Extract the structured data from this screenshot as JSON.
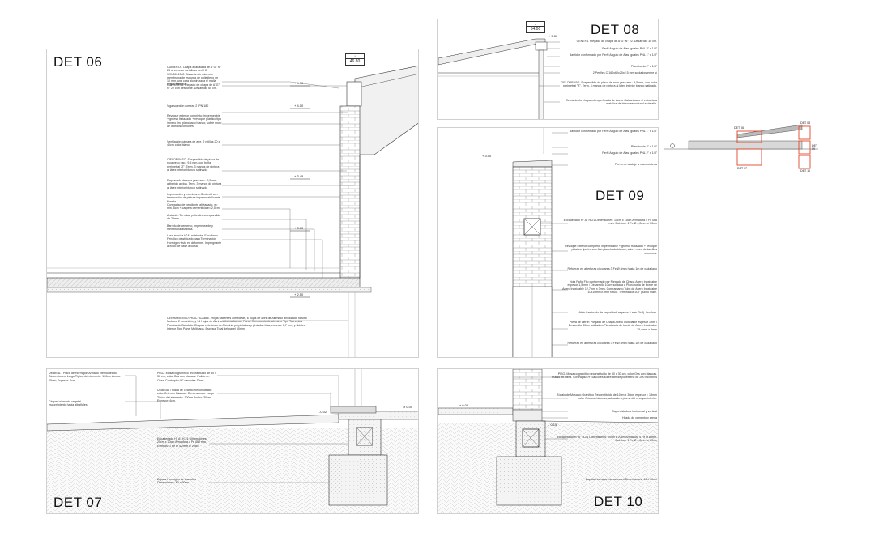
{
  "det06": {
    "title": "DET 06",
    "tag_letter": "I",
    "tag_value": "46.80",
    "levels": [
      "+ 4.30",
      "+ 4.10",
      "+ 3.45",
      "+ 3.00",
      "+ 2.50"
    ],
    "notes": [
      "CUBIERTA. Chapa acanalada de A°G° N° 24 s/ correas metálicas perfil C 120x50x15x2. Aislación térmica con membrana de espuma de polietileno de 10 mm, una cara aluminizada s/ malla según sistema.",
      "CONVERSA. Plegado de chapa de A°G° N° 22 con desborde. Desarrollo 60 cm.",
      "Viga sujeción correas 2 IPN 180",
      "Revoque exterior completo: impermeable + grueso fratazado + revoque plástico tipo ironero fino planchado blanco; sobre muro de ladrillos comunes.",
      "Ventilación cámara de aire. 2 rejillas 20 x 40cm color blanco",
      "CIELORRASO. Suspendido de placa de roca yeso esp.: 9,5 mm, con buña perimetral \"Z\". Term. 3 manos de pintura al látex interior blanco satinado.",
      "Emplacado de roca yeso esp.: 9,5 mm adherido a viga. Term. 3 manos de pintura al látex interior blanco satinado.",
      "Imprimación y membrana Geotextil con terminación de pintura impermeabilizante fibrada.",
      "Contrapiso de pendiente alivianado, e= min. 5cm + carpeta cementicia e= 2,5cm",
      "Aislación Térmica, poliestireno expandido de 25mm",
      "Barrido de cemento, impermeable y membrana asfáltica.",
      "Losa maciza H°A° existente. Encofrado Fenólico plastificado para Terminación Hormigón visto en deformes. Impregnante acrílico de base acuosa.",
      "CERRAMIENTO PRACTICABLE. Hojas batientes corredizas, 6 hojas de abrir de Aluminio anodizado natural Moldura 2 con vidrio, y 14 Hojas de Abrir conformadas con Panel Compuesto de aluminio Tipo Tecnoplas Puertas de Bandola. Chapas exteriores de Aluminio prepintadas y pintadas Lisa, espesor 0,7 mm, y Núcleo Interior Tipo Panel Multicapa. Espesor Total del panel 50mm."
    ]
  },
  "det07": {
    "title": "DET 07",
    "levels": [
      "-0.02",
      "± 0.00"
    ],
    "notes": [
      "UMBRAL / Placa de Hormigón Armado premoldeado. Dimensiones: Largo Típico del elemento: 100cm Ancho: 25cm; Espesor: 4cm.",
      "Césped s/ manto vegetal escurrimiento hacia albañales",
      "PISO. Mosaico granítico reconstituido de 30 x 30 cm, color Gris con blancas. Pulido en Obra. Contrapiso H° cascotes 10cm.",
      "UMBRAL / Placa de Granito Reconstituido color Gris con Blancas. Dimensiones: Largo Típico del elemento: 100cm Ancho: 30cm; Espesor: 4cm.",
      "Encadenado H° A° H-21 Dimensiones: 20cm x 20cm Armadura 4 Fe Ø 8 mm. Estribos: 1 Fe Ø 4,2mm c/ 20cm",
      "Zapata Hormigón de cascotes Dimensiones: 60 x 60cm"
    ]
  },
  "det08": {
    "title": "DET 08",
    "tag_letter": "J",
    "tag_value": "54.00",
    "levels": [
      "+ 5.50"
    ],
    "notes": [
      "CENEFA. Plegado de chapa de A°G° N° 22. Desarrollo 30 cm.",
      "Perfil Angulo de Alas Iguales PNL 2\" x 1/8\"",
      "Bastidor conformado por Perfil Angulo de Alas Iguales PNL 1\" x 1/8\"",
      "Planchuela 2\" x 1/4\"",
      "2 Perfiles C 160x60x20x2,5 mm soldados entre sí",
      "CIELORRASO. Suspendido de placa de roca yeso esp.: 9,5 mm, con buña perimetral \"Z\". Term. 3 manos de pintura al látex interior blanco satinado.",
      "Cerramiento chapa microperforada de Acero Galvanizado s/ estructura metálica de hierro estructural s/ detalle."
    ]
  },
  "det09": {
    "title": "DET 09",
    "levels": [
      "+ 3.00"
    ],
    "notes": [
      "Bastidor conformado por Perfil Angulo de Alas Iguales PNL 1\" x 1/8\"",
      "Planchuela 2\" x 1/4\"",
      "Perfil Angulo de Alas Iguales PNL 2\" x 1/8\"",
      "Perno de anclaje a mampostería",
      "Encadenado H° A° H-21 Dimensiones: 15cm x 15cm Armadura 4 Fe Ø 8 mm. Estribos: 1 Fe Ø 4,2mm c/ 20cm",
      "Revoque exterior completo: impermeable + grueso fratazado + revoque plástico tipo ironero fino planchado blanco; sobre muro de ladrillos comunes.",
      "Refuerzo en aberturas circulares 3 Fe Ø 8mm hasta 1m de cada lado",
      "Hoja Paño Fijo conformado por Plegado de Chapa Acero Inoxidable espesor 1,5 mm / Desarrollo 10cm soldada a Planchuela de borde de Acero Inoxidable 12,7mm x 3mm. Contramarco Tubo de Acero Inoxidable 10x10mm/x1mm rotulo. Terminación A°I° pulido mate.",
      "Vidrio Laminado de seguridad, espesor 6 mm (3+3). Incoloro.",
      "Pieza de cierre: Plegado de Chapa Acero Inoxidable espesor 1mm / Desarrollo 30cm soldada a Planchuela de borde de Acero Inoxidable 25,4mm x 3mm",
      "Refuerzo en aberturas circulares 3 Fe Ø 8mm hasta 1m de cada lado"
    ]
  },
  "det10": {
    "title": "DET 10",
    "levels": [
      "± 0.00",
      "- 0.15"
    ],
    "notes": [
      "PISO. Mosaico granítico reconstituido de 30 x 30 cm, color Gris con blancas. Pulido en Obra. Contrapiso H° cascotes sobre film de polietileno de 200 micrones",
      "Zócalo de Mosaico Granítico Reconstituido de 10cm x 30cm espesor = 18mm color Gris con blancas, adosado a plomo del revoque interior.",
      "Capa aisladora horizontal y vertical",
      "Hilada de cemento y arena",
      "Encadenado H° A° H-21 Dimensiones: 20cm x 20cm Armadura 4 Fe Ø 8 mm. Estribos: 1 Fe Ø 4,2mm c/ 20cm",
      "Zapata Hormigón de cascotes Dimensiones: 40 x 60cm"
    ]
  },
  "key_plan": {
    "labels": [
      "DET 06",
      "DET 07",
      "DET 08",
      "DET 09",
      "DET 10"
    ]
  },
  "colors": {
    "line": "#333333",
    "hatch": "#9a9a9a",
    "highlight": "#e0452b",
    "panel_border": "#d0d0d0"
  }
}
